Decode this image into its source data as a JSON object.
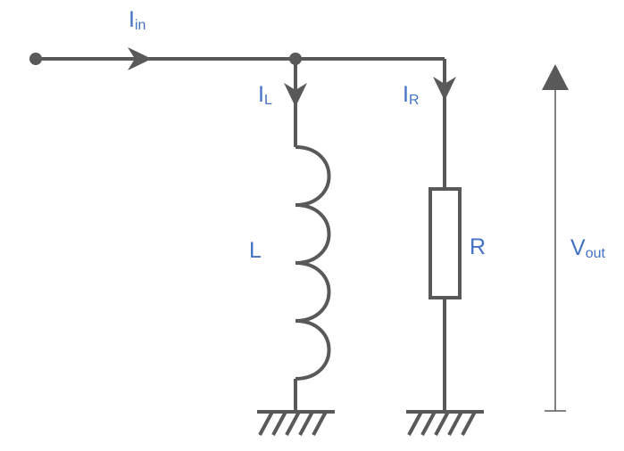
{
  "diagram": {
    "labels": {
      "current_in": {
        "main": "I",
        "sub": "in"
      },
      "current_L": {
        "main": "I",
        "sub": "L"
      },
      "current_R": {
        "main": "I",
        "sub": "R"
      },
      "inductor": "L",
      "resistor": "R",
      "voltage_out": {
        "main": "V",
        "sub": "out"
      }
    },
    "colors": {
      "wire": "#595959",
      "label": "#4472c4",
      "background": "#ffffff"
    }
  }
}
